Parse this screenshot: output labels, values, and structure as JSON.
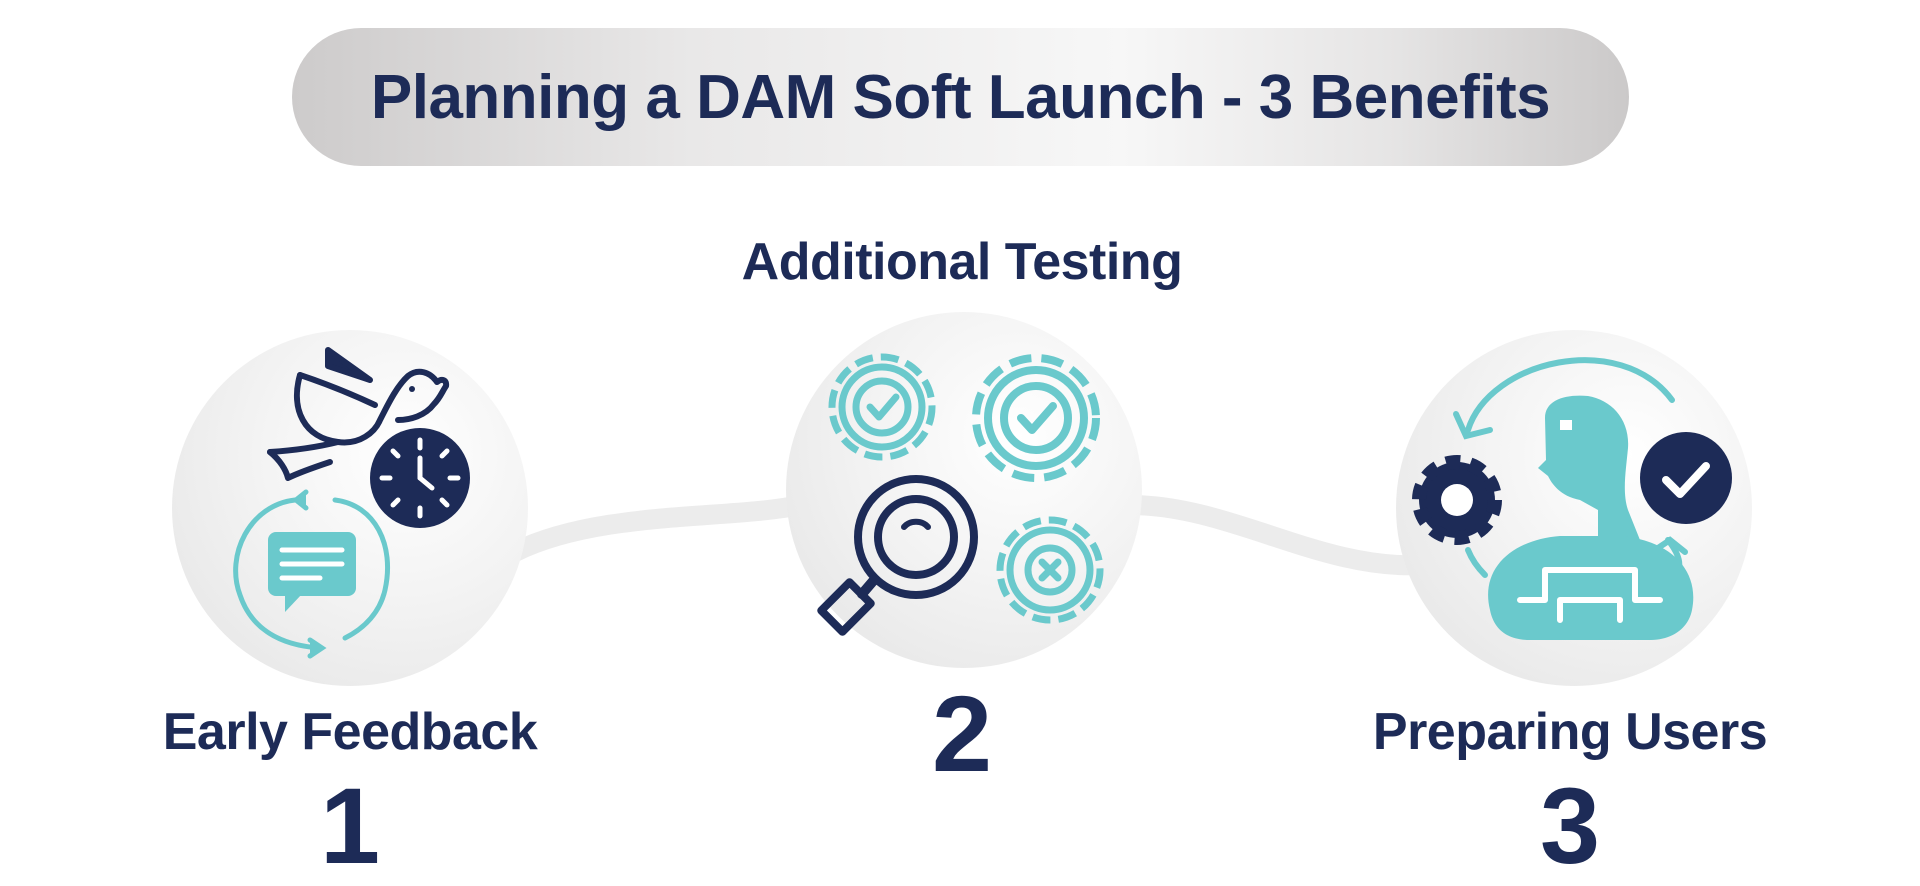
{
  "title": "Planning a DAM Soft Launch - 3 Benefits",
  "colors": {
    "navy": "#1d2b57",
    "teal": "#6ac9cc",
    "pill_gray": "#dcdada",
    "connector_gray": "#ececec"
  },
  "steps": [
    {
      "name": "Early Feedback",
      "number": "1",
      "icons": [
        "bird-icon",
        "clock-icon",
        "chat-bubble-icon",
        "refresh-arrows-icon"
      ]
    },
    {
      "name": "Additional Testing",
      "number": "2",
      "icons": [
        "gear-check-icon",
        "gear-check-icon",
        "magnifier-icon",
        "gear-x-icon"
      ]
    },
    {
      "name": "Preparing Users",
      "number": "3",
      "icons": [
        "user-head-icon",
        "gear-icon",
        "check-circle-icon",
        "cycle-arrows-icon"
      ]
    }
  ]
}
